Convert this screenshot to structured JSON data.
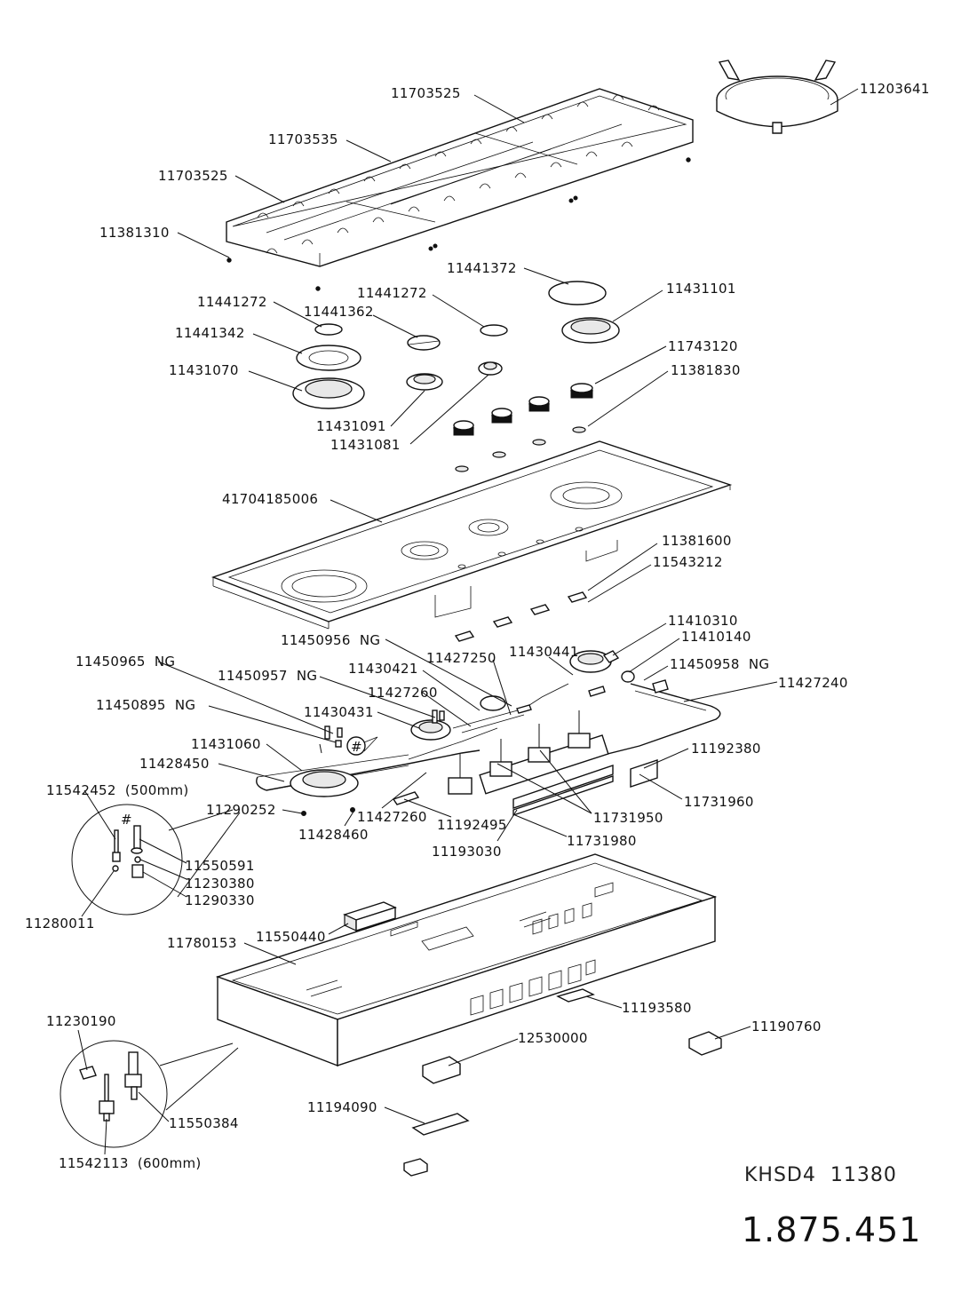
{
  "title_block": {
    "model": "KHSD4  11380",
    "document_number": "1.875.451"
  },
  "part_labels": [
    "11703525",
    "11203641",
    "11703535",
    "11703525",
    "11381310",
    "11441372",
    "11431101",
    "11441272",
    "11441362",
    "11441272",
    "11441342",
    "11743120",
    "11431070",
    "11381830",
    "11431091",
    "11431081",
    "41704185006",
    "11381600",
    "11543212",
    "11410310",
    "11410140",
    "11450956  NG",
    "11427250",
    "11430441",
    "11450958  NG",
    "11450965  NG",
    "11450957  NG",
    "11430421",
    "11427240",
    "11427260",
    "11450895  NG",
    "11430431",
    "11431060",
    "11192380",
    "11428450",
    "11542452  (500mm)",
    "11731960",
    "11290252",
    "11427260",
    "11192495",
    "11731950",
    "11428460",
    "11731980",
    "11193030",
    "11550591",
    "11230380",
    "11290330",
    "11280011",
    "11550440",
    "11780153",
    "11193580",
    "11230190",
    "11190760",
    "12530000",
    "11194090",
    "11550384",
    "11542113  (600mm)"
  ],
  "detail_marker": "#"
}
